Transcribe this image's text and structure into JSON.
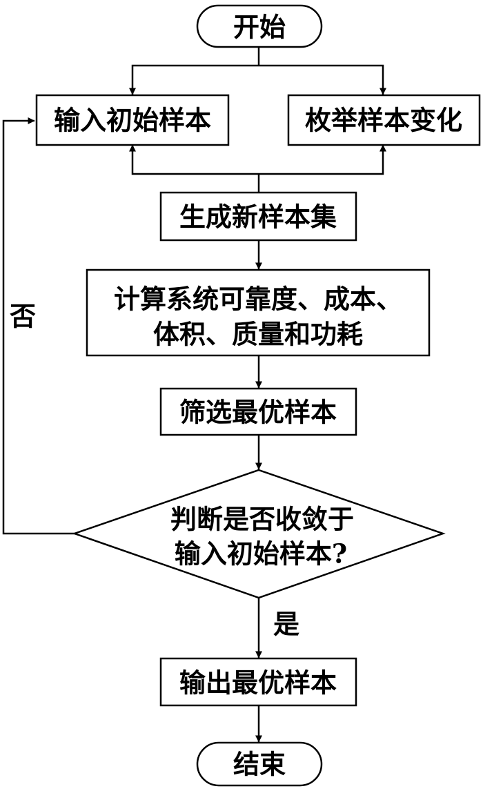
{
  "nodes": {
    "start": "开始",
    "input_initial": "输入初始样本",
    "enumerate_changes": "枚举样本变化",
    "generate_set": "生成新样本集",
    "calculate_line1": "计算系统可靠度、成本、",
    "calculate_line2": "体积、质量和功耗",
    "select_best": "筛选最优样本",
    "decision_line1": "判断是否收敛于",
    "decision_line2": "输入初始样本?",
    "output_best": "输出最优样本",
    "end": "结束"
  },
  "edges": {
    "no_label": "否",
    "yes_label": "是"
  }
}
